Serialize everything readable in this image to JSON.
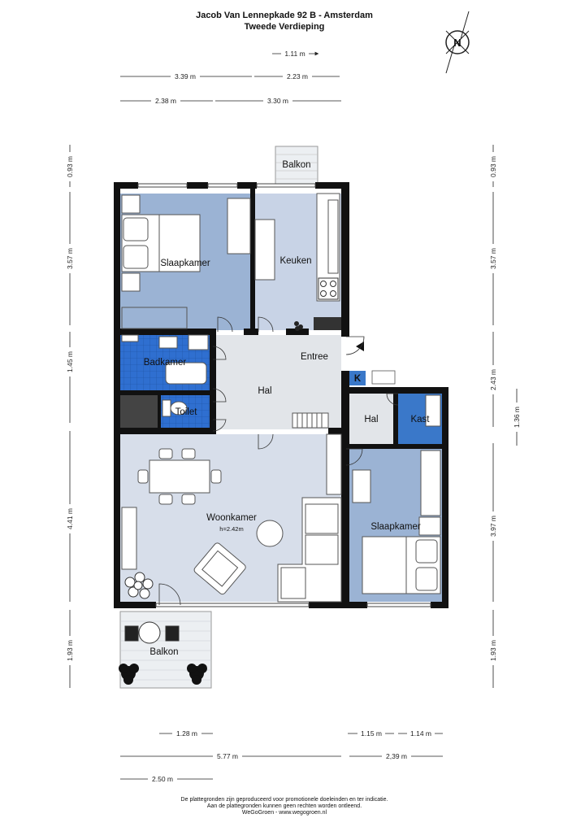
{
  "header": {
    "address": "Jacob Van Lennepkade 92 B - Amsterdam",
    "floor": "Tweede Verdieping"
  },
  "compass": {
    "letter": "N"
  },
  "rooms": {
    "balkon_top": "Balkon",
    "slaapkamer_1": "Slaapkamer",
    "keuken": "Keuken",
    "badkamer": "Badkamer",
    "toilet": "Toilet",
    "hal_main": "Hal",
    "entree": "Entree",
    "kast_k": "K",
    "hal_small": "Hal",
    "kast": "Kast",
    "woonkamer": "Woonkamer",
    "ceiling_height": "h=2.42m",
    "slaapkamer_2": "Slaapkamer",
    "balkon_bottom": "Balkon"
  },
  "dimensions": {
    "top_row1": "1.11 m",
    "top_row2_a": "3.39 m",
    "top_row2_b": "2.23 m",
    "top_row3_a": "2.38 m",
    "top_row3_b": "3.30 m",
    "left_1": "0.93 m",
    "left_2": "3.57 m",
    "left_3": "1.45 m",
    "left_4": "4.41 m",
    "left_5": "1.93 m",
    "right_1": "0.93 m",
    "right_2": "3.57 m",
    "right_3": "2.43 m",
    "right_4": "3.97 m",
    "right_5": "1.93 m",
    "right_inner": "1.36 m",
    "bottom_row1_a": "1.28 m",
    "bottom_row1_b": "1.15 m",
    "bottom_row1_c": "1.14 m",
    "bottom_row2_a": "5.77 m",
    "bottom_row2_b": "2,39 m",
    "bottom_row3_a": "2.50 m"
  },
  "footer": {
    "line1": "De plattegronden zijn geproduceerd voor promotionele doeleinden en ter indicatie.",
    "line2": "Aan de plattegronden kunnen geen rechten worden ontleend.",
    "line3": "WeGoGroen - www.wegogroen.nl"
  },
  "colors": {
    "wall": "#111111",
    "bedroom": "#9bb3d4",
    "living": "#d7deea",
    "kitchen": "#c8d3e6",
    "hall": "#e2e5e9",
    "bathroom": "#2f6fd0",
    "closet": "#3a78c9",
    "balcony": "#eceff2"
  }
}
